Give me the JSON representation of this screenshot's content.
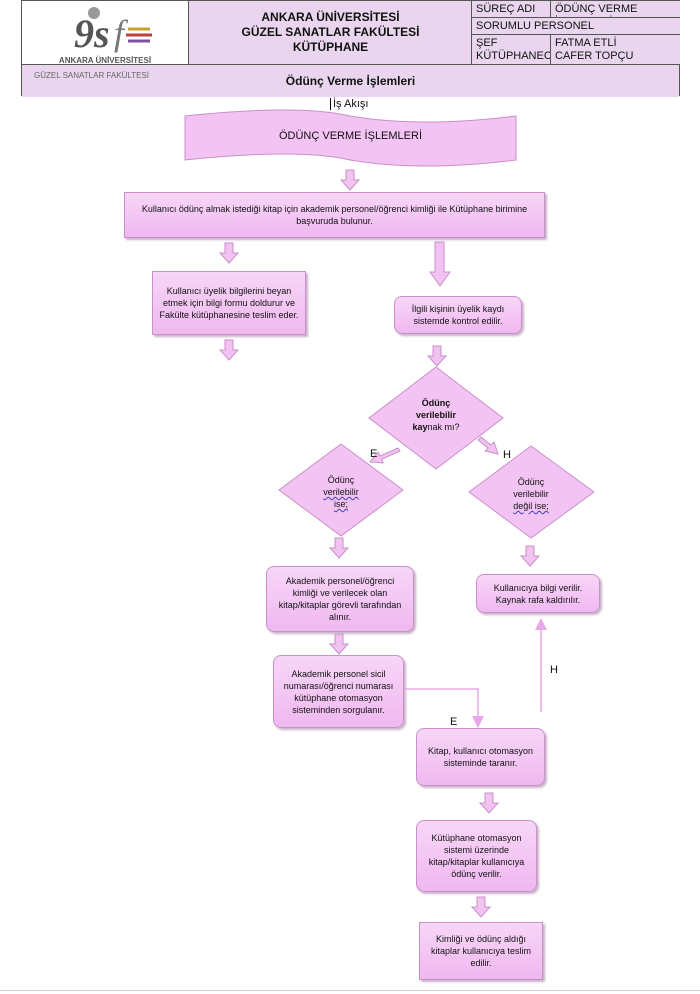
{
  "header": {
    "institution_lines": [
      "ANKARA ÜNİVERSİTESİ",
      "GÜZEL SANATLAR FAKÜLTESİ",
      "KÜTÜPHANE"
    ],
    "logo": {
      "mark": "gsf",
      "line1": "ANKARA ÜNİVERSİTESİ",
      "line2": "GÜZEL SANATLAR FAKÜLTESİ"
    },
    "process_label": "SÜREÇ ADI",
    "process_value": "ÖDÜNÇ VERME İŞLEMLERİ",
    "responsible_label": "SORUMLU PERSONEL",
    "role_label": "ŞEF KÜTÜPHANECİ",
    "staff_names": [
      "FATMA ETLİ",
      "CAFER TOPÇU"
    ],
    "subtitle": "Ödünç Verme İşlemleri"
  },
  "flow": {
    "workflow_label": "İş Akışı",
    "banner": "ÖDÜNÇ VERME İŞLEMLERİ",
    "step_apply": "Kullanıcı ödünç almak istediği kitap için akademik personel/öğrenci kimliği ile Kütüphane birimine başvuruda bulunur.",
    "step_membership_form": "Kullanıcı üyelik bilgilerini beyan etmek için bilgi formu doldurur ve Fakülte kütüphanesine teslim eder.",
    "step_check_membership": "İlgili kişinin üyelik kaydı sistemde kontrol edilir.",
    "decision_main": {
      "line1": "Ödünç",
      "line2": "verilebilir",
      "line3a": "kay",
      "line3b": "nak mı?"
    },
    "decision_yes": {
      "line1": "Ödünç",
      "line2": "verilebilir",
      "line3": "ise;"
    },
    "decision_no": {
      "line1": "Ödünç",
      "line2": "verilebilir",
      "line3": "değil ise;"
    },
    "yes_label": "E",
    "no_label": "H",
    "step_take_id": "Akademik personel/öğrenci kimliği ve verilecek olan kitap/kitaplar görevli tarafından alınır.",
    "step_query": "Akademik personel sicil numarası/öğrenci numarası kütüphane otomasyon sisteminden sorgulanır.",
    "step_inform": "Kullanıcıya bilgi verilir. Kaynak rafa kaldırılır.",
    "step_scan": "Kitap, kullanıcı otomasyon sisteminde taranır.",
    "step_lend": "Kütüphane otomasyon sistemi üzerinde kitap/kitaplar kullanıcıya ödünç verilir.",
    "step_deliver": "Kimliği ve ödünç aldığı kitaplar kullanıcıya teslim edilir.",
    "query_yes_label": "E",
    "scan_no_label": "H"
  },
  "colors": {
    "node_fill": "#f3c4f3",
    "header_fill": "#e9d6ee",
    "arrow_fill": "#f0b8f0"
  }
}
